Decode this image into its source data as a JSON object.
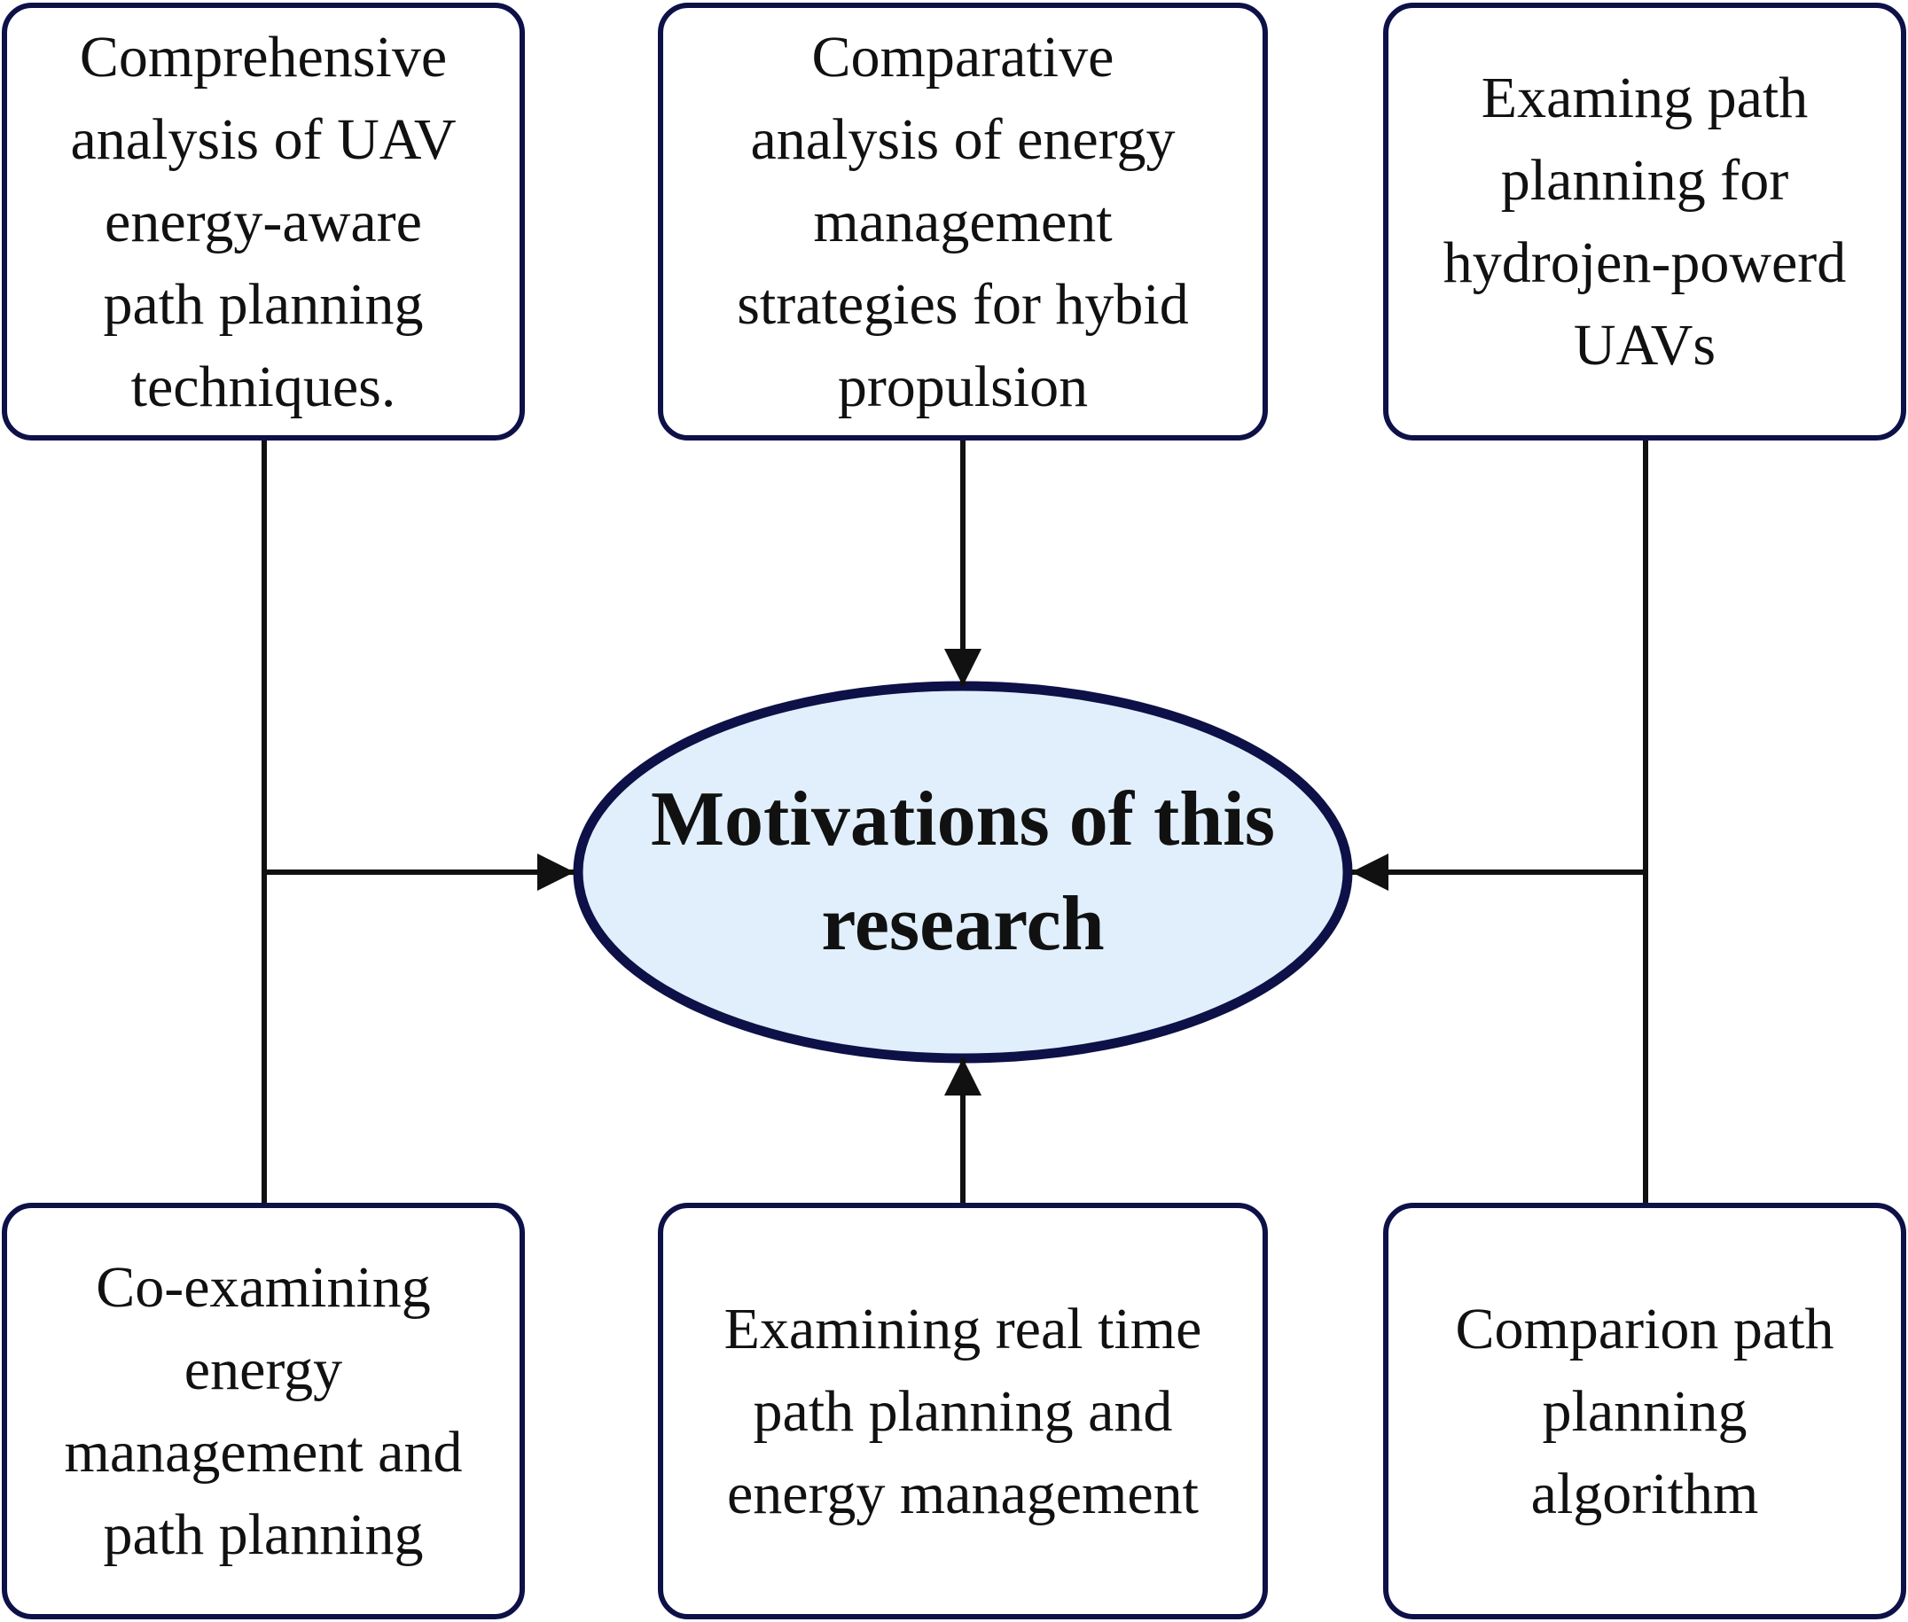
{
  "diagram": {
    "center": {
      "label": "Motivations of this\nresearch",
      "fill": "#e0effb",
      "stroke": "#0d1147"
    },
    "boxes": {
      "top_left": "Comprehensive\nanalysis of UAV\nenergy-aware\npath planning\ntechniques.",
      "top_center": "Comparative\nanalysis of energy\nmanagement\nstrategies for hybid\npropulsion",
      "top_right": "Examing path\nplanning for\nhydrojen-powerd\nUAVs",
      "bottom_left": "Co-examining\nenergy\nmanagement and\npath planning",
      "bottom_center": "Examining real time\npath planning and\nenergy management",
      "bottom_right": "Comparion path\nplanning\nalgorithm"
    },
    "colors": {
      "box_border": "#0d1147",
      "connector": "#111111"
    }
  }
}
